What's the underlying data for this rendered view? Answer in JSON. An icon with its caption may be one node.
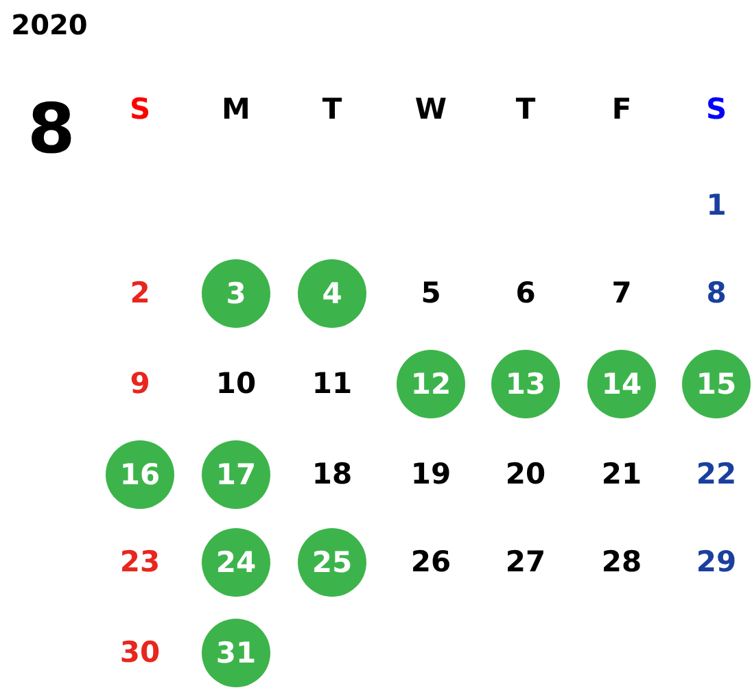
{
  "diagram": {
    "nodes": [
      {
        "text": [
          "3"
        ]
      },
      {
        "text": [
          "4"
        ]
      },
      {
        "text": [
          "12"
        ]
      },
      {
        "text": [
          "13"
        ]
      },
      {
        "text": [
          "14"
        ]
      },
      {
        "text": [
          "15"
        ]
      },
      {
        "text": [
          "16"
        ]
      },
      {
        "text": [
          "17"
        ]
      },
      {
        "text": [
          "24"
        ]
      },
      {
        "text": [
          "25"
        ]
      },
      {
        "text": [
          "31"
        ]
      }
    ],
    "labels": [
      "2020",
      "8",
      "S",
      "M",
      "T",
      "W",
      "T",
      "F",
      "S",
      "1",
      "2",
      "5",
      "6",
      "7",
      "8",
      "9",
      "10",
      "11",
      "18",
      "19",
      "20",
      "21",
      "22",
      "23",
      "26",
      "27",
      "28",
      "29",
      "30"
    ]
  }
}
